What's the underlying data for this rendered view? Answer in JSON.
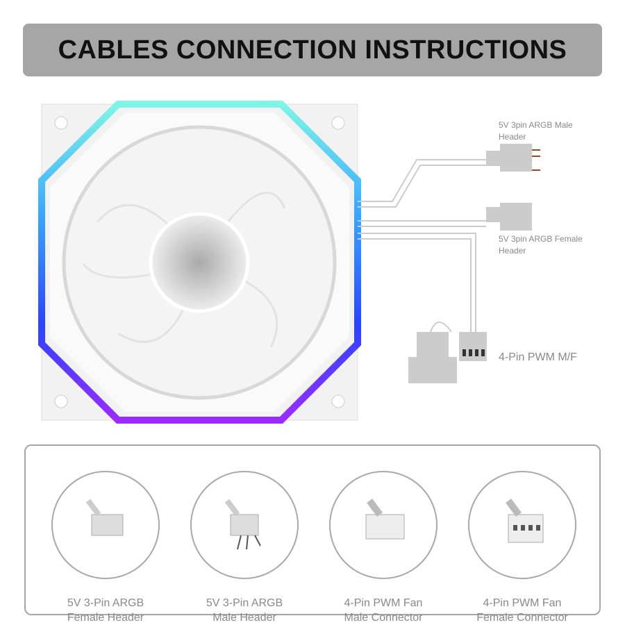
{
  "title": "CABLES CONNECTION INSTRUCTIONS",
  "callouts": {
    "male_header": "5V 3pin ARGB Male Header",
    "female_header": "5V 3pin ARGB Female Header",
    "pwm": "4-Pin PWM M/F"
  },
  "connectors": [
    {
      "line1": "5V 3-Pin ARGB",
      "line2": "Female Header"
    },
    {
      "line1": "5V 3-Pin ARGB",
      "line2": "Male Header"
    },
    {
      "line1": "4-Pin PWM Fan",
      "line2": "Male Connector"
    },
    {
      "line1": "4-Pin PWM Fan",
      "line2": "Female Connector"
    }
  ]
}
